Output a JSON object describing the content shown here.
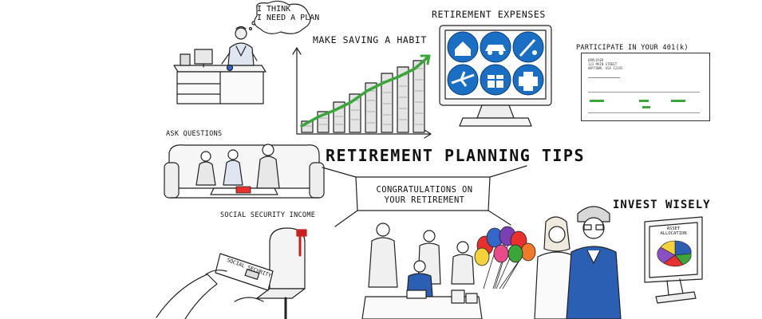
{
  "main_title": "RETIREMENT PLANNING TIPS",
  "thought_bubble": {
    "line1": "I THINK",
    "line2": "I NEED A PLAN"
  },
  "labels": {
    "make_saving_habit": "MAKE SAVING A HABIT",
    "retirement_expenses": "RETIREMENT EXPENSES",
    "participate_401k": "PARTICIPATE IN YOUR 401(k)",
    "ask_questions": "ASK QUESTIONS",
    "social_security_income": "SOCIAL SECURITY INCOME",
    "invest_wisely": "INVEST WISELY"
  },
  "banner": {
    "line1": "CONGRATULATIONS ON",
    "line2": "YOUR RETIREMENT"
  },
  "document": {
    "employer": "EMPLOYER",
    "address1": "123 MAIN STREET",
    "address2": "ANYTOWN, USA 12345"
  },
  "envelope_text": "SOCIAL SECURITY",
  "monitor_text": "ASSET ALLOCATION",
  "expense_icons": [
    "house-icon",
    "car-icon",
    "golf-icon",
    "airplane-icon",
    "gift-icon",
    "medical-cross-icon"
  ],
  "colors": {
    "expense_blue": "#1a6fc4",
    "growth_green": "#3aa63a",
    "mailbox_red": "#c8201e"
  },
  "balloon_colors": [
    "#e8312f",
    "#3566c9",
    "#f3d23a",
    "#7b3fb5",
    "#e8312f",
    "#f07a2a",
    "#3aa63a",
    "#e94b8a"
  ],
  "pie_colors": [
    "#2b5fb3",
    "#3aa63a",
    "#e8312f",
    "#8a4fc0",
    "#f3d23a"
  ]
}
